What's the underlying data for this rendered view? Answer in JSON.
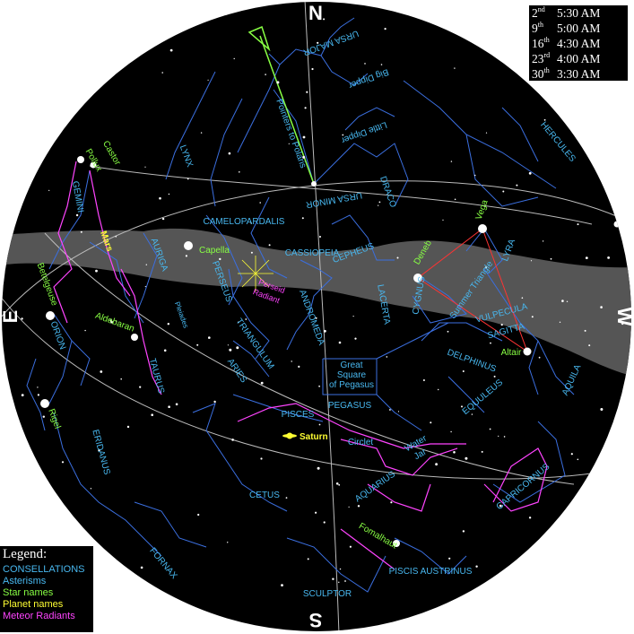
{
  "colors": {
    "sky": "#000000",
    "milky_way": "#555555",
    "constellation_line": "#3b6fe0",
    "constellation_name": "#48b8f0",
    "asterism_name": "#48b8f0",
    "star_name": "#88ff44",
    "planet_name": "#ffff33",
    "meteor_radiant": "#ff44ff",
    "grid_line": "#bbbbbb",
    "compass_label": "#ffffff"
  },
  "compass": {
    "north": "N",
    "south": "S",
    "east": "E",
    "west": "W"
  },
  "times": [
    {
      "day": "2",
      "suffix": "nd",
      "time": "5:30 AM"
    },
    {
      "day": "9",
      "suffix": "th",
      "time": "5:00 AM"
    },
    {
      "day": "16",
      "suffix": "th",
      "time": "4:30 AM"
    },
    {
      "day": "23",
      "suffix": "rd",
      "time": "4:00 AM"
    },
    {
      "day": "30",
      "suffix": "th",
      "time": "3:30 AM"
    }
  ],
  "legend": {
    "title": "Legend:",
    "constellations": "CONSELLATIONS",
    "asterisms": "Asterisms",
    "star_names": "Star names",
    "planet_names": "Planet names",
    "meteor_radiants": "Meteor Radiants"
  },
  "constellations": {
    "ursa_major": "URSA MAJOR",
    "lynx": "LYNX",
    "gemini": "GEMINI",
    "auriga": "AURIGA",
    "camelopardalis": "CAMELOPARDALIS",
    "cassiopeia": "CASSIOPEIA",
    "cepheus": "CEPHEUS",
    "ursa_minor": "URSA MINOR",
    "draco": "DRACO",
    "hercules": "HERCULES",
    "lyra": "LYRA",
    "cygnus": "CYGNUS",
    "lacerta": "LACERTA",
    "vulpecula": "VULPECULA",
    "sagitta": "SAGITTA",
    "aquila": "AQUILA",
    "delphinus": "DELPHINUS",
    "equuleus": "EQUULEUS",
    "pegasus": "PEGASUS",
    "andromeda": "ANDROMEDA",
    "perseus": "PERSEUS",
    "triangulum": "TRIANGULUM",
    "aries": "ARIES",
    "taurus": "TAURUS",
    "orion": "ORION",
    "pisces": "PISCES",
    "eridanus": "ERIDANUS",
    "cetus": "CETUS",
    "aquarius": "AQUARIUS",
    "capricornus": "CAPRICORNUS",
    "piscis_austrinus": "PISCIS AUSTRINUS",
    "sculptor": "SCULPTOR",
    "fornax": "FORNAX"
  },
  "asterisms": {
    "big_dipper": "Big Dipper",
    "little_dipper": "Little Dipper",
    "pointers": "Pointers to Polaris",
    "summer_triangle": "Summer Triangle",
    "great_square": [
      "Great",
      "Square",
      "of Pegasus"
    ],
    "circlet": "Circlet",
    "water_jar": [
      "Water",
      "Jar"
    ],
    "pleiades": "Pleiades"
  },
  "stars": {
    "pollux": "Pollux",
    "castor": "Castor",
    "capella": "Capella",
    "betelgeuse": "Betelgeuse",
    "aldebaran": "Aldebaran",
    "rigel": "Rigel",
    "vega": "Vega",
    "deneb": "Deneb",
    "altair": "Altair",
    "fomalhaut": "Fomalhaut"
  },
  "planets": {
    "mars": "Mars",
    "saturn": "Saturn"
  },
  "radiants": {
    "perseid": [
      "Perseid",
      "Radiant"
    ]
  }
}
